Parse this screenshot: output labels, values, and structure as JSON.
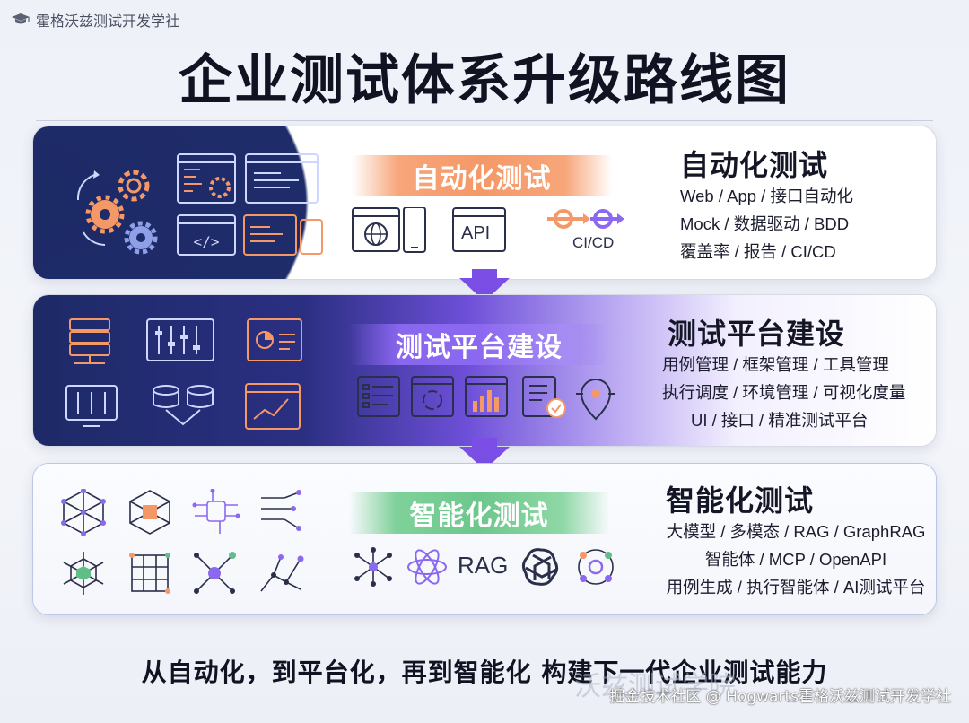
{
  "brand": {
    "name": "霍格沃兹测试开发学社",
    "icon": "graduation-cap-icon"
  },
  "title": "企业测试体系升级路线图",
  "stages": [
    {
      "pill": "自动化测试",
      "heading": "自动化测试",
      "lines": [
        "Web / App / 接口自动化",
        "Mock / 数据驱动 / BDD",
        "覆盖率 / 报告 / CI/CD"
      ],
      "mid_labels": {
        "api": "API",
        "cicd": "CI/CD"
      },
      "icons": [
        "gears-icon",
        "code-editor-icon",
        "web-window-icon",
        "code-brackets-icon",
        "responsive-devices-icon",
        "globe-window-icon",
        "mobile-icon",
        "api-icon",
        "cicd-loop-icon"
      ],
      "accent": "#f59868"
    },
    {
      "pill": "测试平台建设",
      "heading": "测试平台建设",
      "lines": [
        "用例管理 / 框架管理 / 工具管理",
        "执行调度 / 环境管理 / 可视化度量",
        "UI / 接口 / 精准测试平台"
      ],
      "icons": [
        "server-icon",
        "sliders-icon",
        "dashboard-icon",
        "monitor-sliders-icon",
        "database-icon",
        "chart-window-icon",
        "list-window-icon",
        "sync-window-icon",
        "bar-chart-icon",
        "checklist-icon",
        "target-pin-icon"
      ],
      "accent": "#8b68f0"
    },
    {
      "pill": "智能化测试",
      "heading": "智能化测试",
      "lines": [
        "大模型 / 多模态 / RAG / GraphRAG",
        "智能体 / MCP / OpenAPI",
        "用例生成 / 执行智能体 / AI测试平台"
      ],
      "mid_labels": {
        "rag": "RAG"
      },
      "icons": [
        "network-sphere-icon",
        "cube-network-icon",
        "chip-brain-icon",
        "circuit-icon",
        "molecule-icon",
        "grid-nodes-icon",
        "hub-node-icon",
        "graph-icon",
        "node-cluster-icon",
        "atom-icon",
        "openai-icon",
        "agent-orbit-icon"
      ],
      "accent": "#6dc78c"
    }
  ],
  "footer": "从自动化，到平台化，再到智能化 构建下一代企业测试能力",
  "watermarks": {
    "faint": "沃兹测试学院",
    "credit": "掘金技术社区 @ Hogwarts霍格沃兹测试开发学社"
  }
}
